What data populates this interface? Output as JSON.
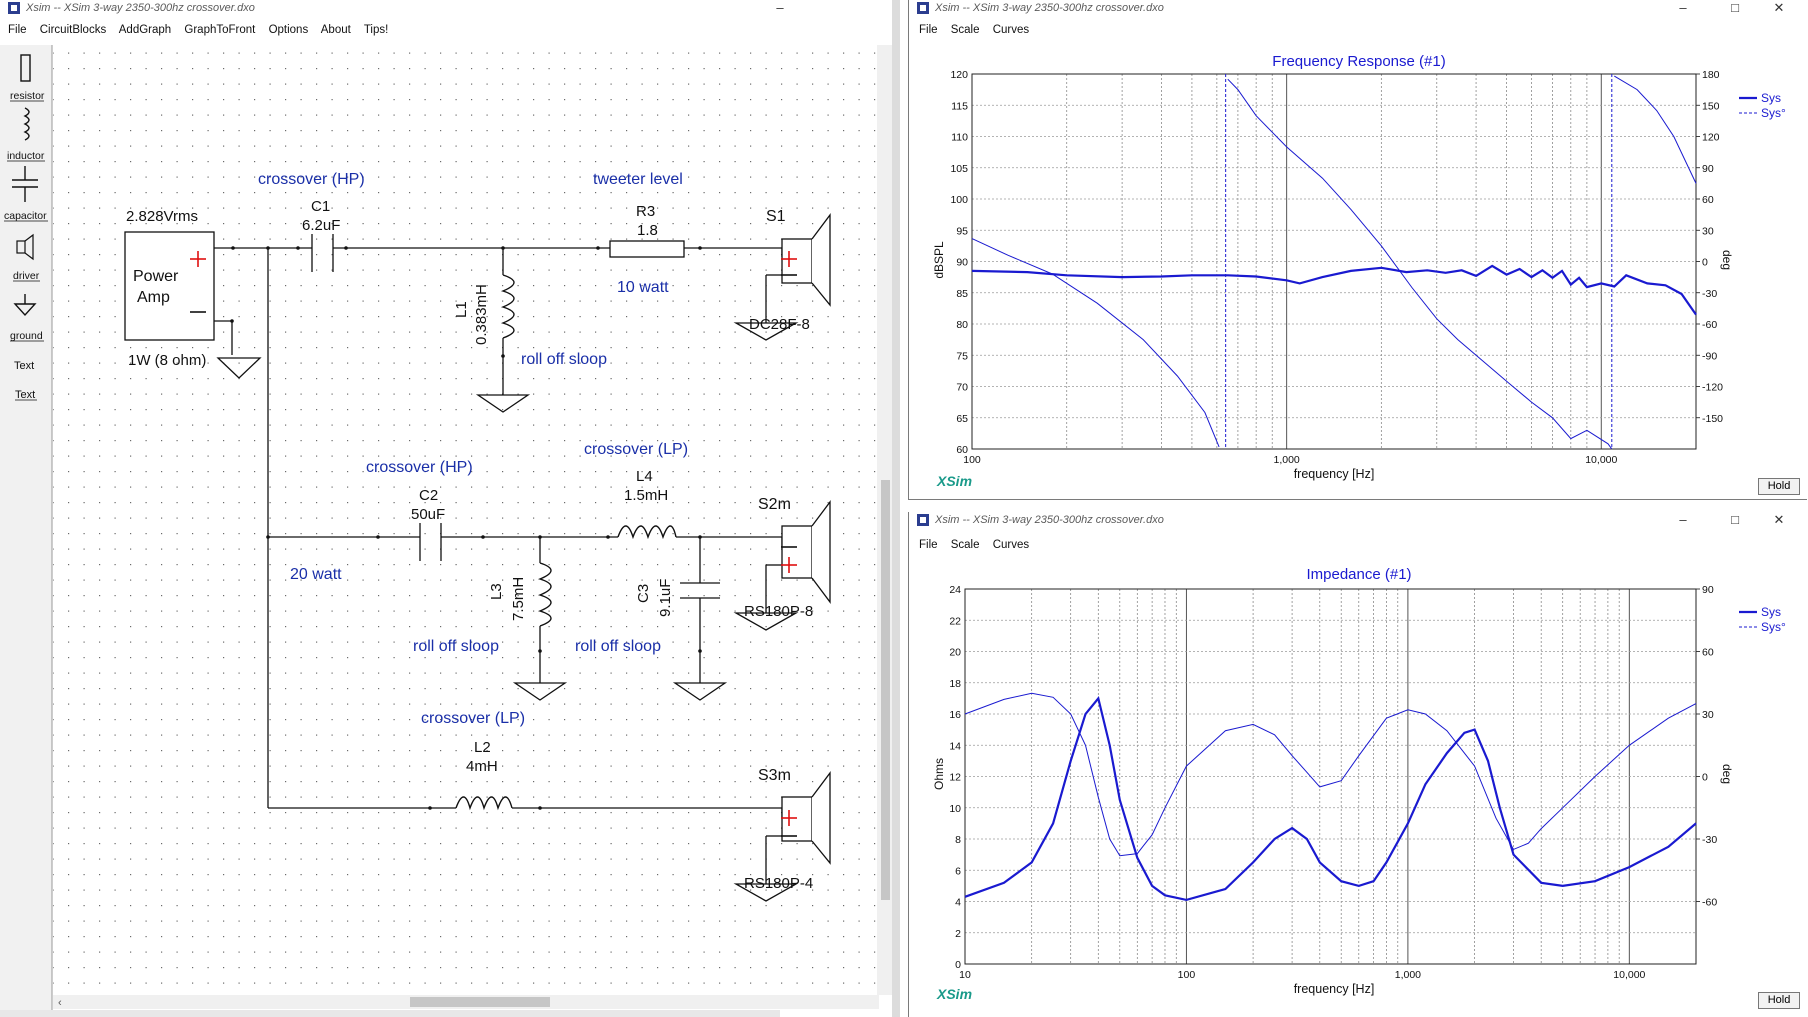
{
  "schematic_window": {
    "title": "Xsim -- XSim 3-way 2350-300hz crossover.dxo",
    "menu": [
      "File",
      "CircuitBlocks",
      "AddGraph",
      "GraphToFront",
      "Options",
      "About",
      "Tips!"
    ],
    "palette": [
      {
        "label": "resistor",
        "icon": "resistor-icon"
      },
      {
        "label": "inductor",
        "icon": "inductor-icon"
      },
      {
        "label": "capacitor",
        "icon": "capacitor-icon"
      },
      {
        "label": "driver",
        "icon": "driver-icon"
      },
      {
        "label": "ground",
        "icon": "ground-icon"
      },
      {
        "label": "Text",
        "icon": "text-icon"
      },
      {
        "label": "Text",
        "icon": "text-link-icon"
      }
    ]
  },
  "schematic": {
    "amp": {
      "voltage": "2.828Vrms",
      "line1": "Power",
      "line2": "Amp",
      "power": "1W (8 ohm)"
    },
    "labels": {
      "crossover_hp1": "crossover (HP)",
      "tweeter_level": "tweeter level",
      "ten_watt": "10 watt",
      "rolloff1": "roll off sloop",
      "crossover_hp2": "crossover (HP)",
      "crossover_lp1": "crossover (LP)",
      "twenty_watt": "20 watt",
      "rolloff2": "roll off sloop",
      "rolloff3": "roll off sloop",
      "crossover_lp2": "crossover (LP)"
    },
    "components": {
      "c1": {
        "name": "C1",
        "value": "6.2uF"
      },
      "r3": {
        "name": "R3",
        "value": "1.8"
      },
      "l1": {
        "name": "L1",
        "value": "0.383mH"
      },
      "c2": {
        "name": "C2",
        "value": "50uF"
      },
      "l4": {
        "name": "L4",
        "value": "1.5mH"
      },
      "l3": {
        "name": "L3",
        "value": "7.5mH"
      },
      "c3": {
        "name": "C3",
        "value": "9.1uF"
      },
      "l2": {
        "name": "L2",
        "value": "4mH"
      }
    },
    "drivers": {
      "s1": {
        "name": "S1",
        "model": "DC28F-8"
      },
      "s2": {
        "name": "S2m",
        "model": "RS180P-8"
      },
      "s3": {
        "name": "S3m",
        "model": "RS180P-4"
      }
    }
  },
  "fr_window": {
    "title": "Xsim -- XSim 3-way 2350-300hz crossover.dxo",
    "menu": [
      "File",
      "Scale",
      "Curves"
    ],
    "chart_title": "Frequency Response (#1)",
    "ylabel": "dBSPL",
    "ylabel_right": "deg",
    "xlabel": "frequency [Hz]",
    "brand": "XSim",
    "hold": "Hold"
  },
  "imp_window": {
    "title": "Xsim -- XSim 3-way 2350-300hz crossover.dxo",
    "menu": [
      "File",
      "Scale",
      "Curves"
    ],
    "chart_title": "Impedance (#1)",
    "ylabel": "Ohms",
    "ylabel_right": "deg",
    "xlabel": "frequency [Hz]",
    "brand": "XSim",
    "hold": "Hold"
  },
  "chart_data": [
    {
      "type": "line",
      "title": "Frequency Response (#1)",
      "xlabel": "frequency [Hz]",
      "ylabel": "dBSPL",
      "y2label": "deg",
      "xscale": "log",
      "xlim": [
        100,
        20000
      ],
      "ylim": [
        60,
        120
      ],
      "y2lim": [
        -180,
        180
      ],
      "xticks": [
        "100",
        "1,000",
        "10,000"
      ],
      "yticks": [
        60,
        65,
        70,
        75,
        80,
        85,
        90,
        95,
        100,
        105,
        110,
        115,
        120
      ],
      "y2ticks": [
        -150,
        -120,
        -90,
        -60,
        -30,
        0,
        30,
        60,
        90,
        120,
        150,
        180
      ],
      "grid": true,
      "legend_position": "top-right",
      "series": [
        {
          "name": "Sys",
          "axis": "left",
          "style": "solid-bold",
          "x": [
            100,
            150,
            200,
            300,
            400,
            500,
            650,
            800,
            1000,
            1100,
            1300,
            1600,
            2000,
            2400,
            2800,
            3200,
            3600,
            4000,
            4500,
            5000,
            5500,
            6000,
            6500,
            7000,
            7500,
            8000,
            8500,
            9000,
            10000,
            11000,
            12000,
            14000,
            16000,
            18000,
            20000
          ],
          "y": [
            88.5,
            88.3,
            87.8,
            87.5,
            87.6,
            87.8,
            87.8,
            87.6,
            87,
            86.5,
            87.5,
            88.5,
            89,
            88.3,
            88.6,
            88.2,
            88.6,
            87.7,
            89.3,
            87.9,
            88.8,
            87.5,
            88.6,
            87.4,
            88.5,
            86.3,
            87.4,
            85.9,
            86.5,
            86,
            87.8,
            86.5,
            86.2,
            84.8,
            81.5
          ]
        },
        {
          "name": "Sys°",
          "axis": "right",
          "style": "dashed",
          "x": [
            100,
            130,
            180,
            250,
            350,
            450,
            550,
            610,
            650,
            700,
            800,
            1000,
            1300,
            1600,
            2000,
            2500,
            3000,
            3500,
            4000,
            5000,
            6000,
            7000,
            8000,
            9000,
            10500,
            10800,
            11000,
            13000,
            15000,
            17000,
            20000
          ],
          "y": [
            22,
            6,
            -12,
            -40,
            -75,
            -110,
            -145,
            -178,
            175,
            165,
            140,
            110,
            80,
            50,
            15,
            -25,
            -55,
            -75,
            -90,
            -115,
            -135,
            -150,
            -170,
            -162,
            -175,
            -180,
            178,
            165,
            145,
            120,
            75
          ]
        }
      ]
    },
    {
      "type": "line",
      "title": "Impedance (#1)",
      "xlabel": "frequency [Hz]",
      "ylabel": "Ohms",
      "y2label": "deg",
      "xscale": "log",
      "xlim": [
        10,
        20000
      ],
      "ylim": [
        0,
        24
      ],
      "y2lim": [
        -90,
        90
      ],
      "xticks": [
        "10",
        "100",
        "1,000",
        "10,000"
      ],
      "yticks": [
        0,
        2,
        4,
        6,
        8,
        10,
        12,
        14,
        16,
        18,
        20,
        22,
        24
      ],
      "y2ticks": [
        -60,
        -30,
        0,
        30,
        60,
        90
      ],
      "grid": true,
      "legend_position": "top-right",
      "series": [
        {
          "name": "Sys",
          "axis": "left",
          "style": "solid-bold",
          "x": [
            10,
            15,
            20,
            25,
            30,
            35,
            40,
            45,
            50,
            60,
            70,
            80,
            100,
            150,
            200,
            250,
            300,
            350,
            400,
            500,
            600,
            700,
            800,
            1000,
            1200,
            1500,
            1800,
            2000,
            2300,
            2600,
            3000,
            4000,
            5000,
            7000,
            10000,
            15000,
            20000
          ],
          "y": [
            4.3,
            5.2,
            6.5,
            9,
            13,
            16,
            17,
            14,
            10.5,
            6.8,
            5,
            4.4,
            4.1,
            4.8,
            6.5,
            8,
            8.7,
            8,
            6.5,
            5.3,
            5,
            5.3,
            6.5,
            9,
            11.5,
            13.5,
            14.8,
            15,
            13,
            10,
            7,
            5.2,
            5,
            5.3,
            6.2,
            7.5,
            9
          ]
        },
        {
          "name": "Sys°",
          "axis": "right",
          "style": "dashed",
          "x": [
            10,
            15,
            20,
            25,
            30,
            35,
            40,
            45,
            50,
            60,
            70,
            80,
            100,
            150,
            200,
            250,
            300,
            350,
            400,
            500,
            600,
            800,
            1000,
            1200,
            1500,
            2000,
            2500,
            3000,
            3500,
            4000,
            5000,
            7000,
            10000,
            15000,
            20000
          ],
          "y": [
            30,
            37,
            40,
            38,
            30,
            15,
            -10,
            -30,
            -38,
            -37,
            -28,
            -15,
            5,
            22,
            25,
            20,
            10,
            2,
            -5,
            -2,
            10,
            28,
            32,
            30,
            22,
            5,
            -20,
            -35,
            -32,
            -25,
            -15,
            0,
            15,
            28,
            35
          ]
        }
      ]
    }
  ]
}
